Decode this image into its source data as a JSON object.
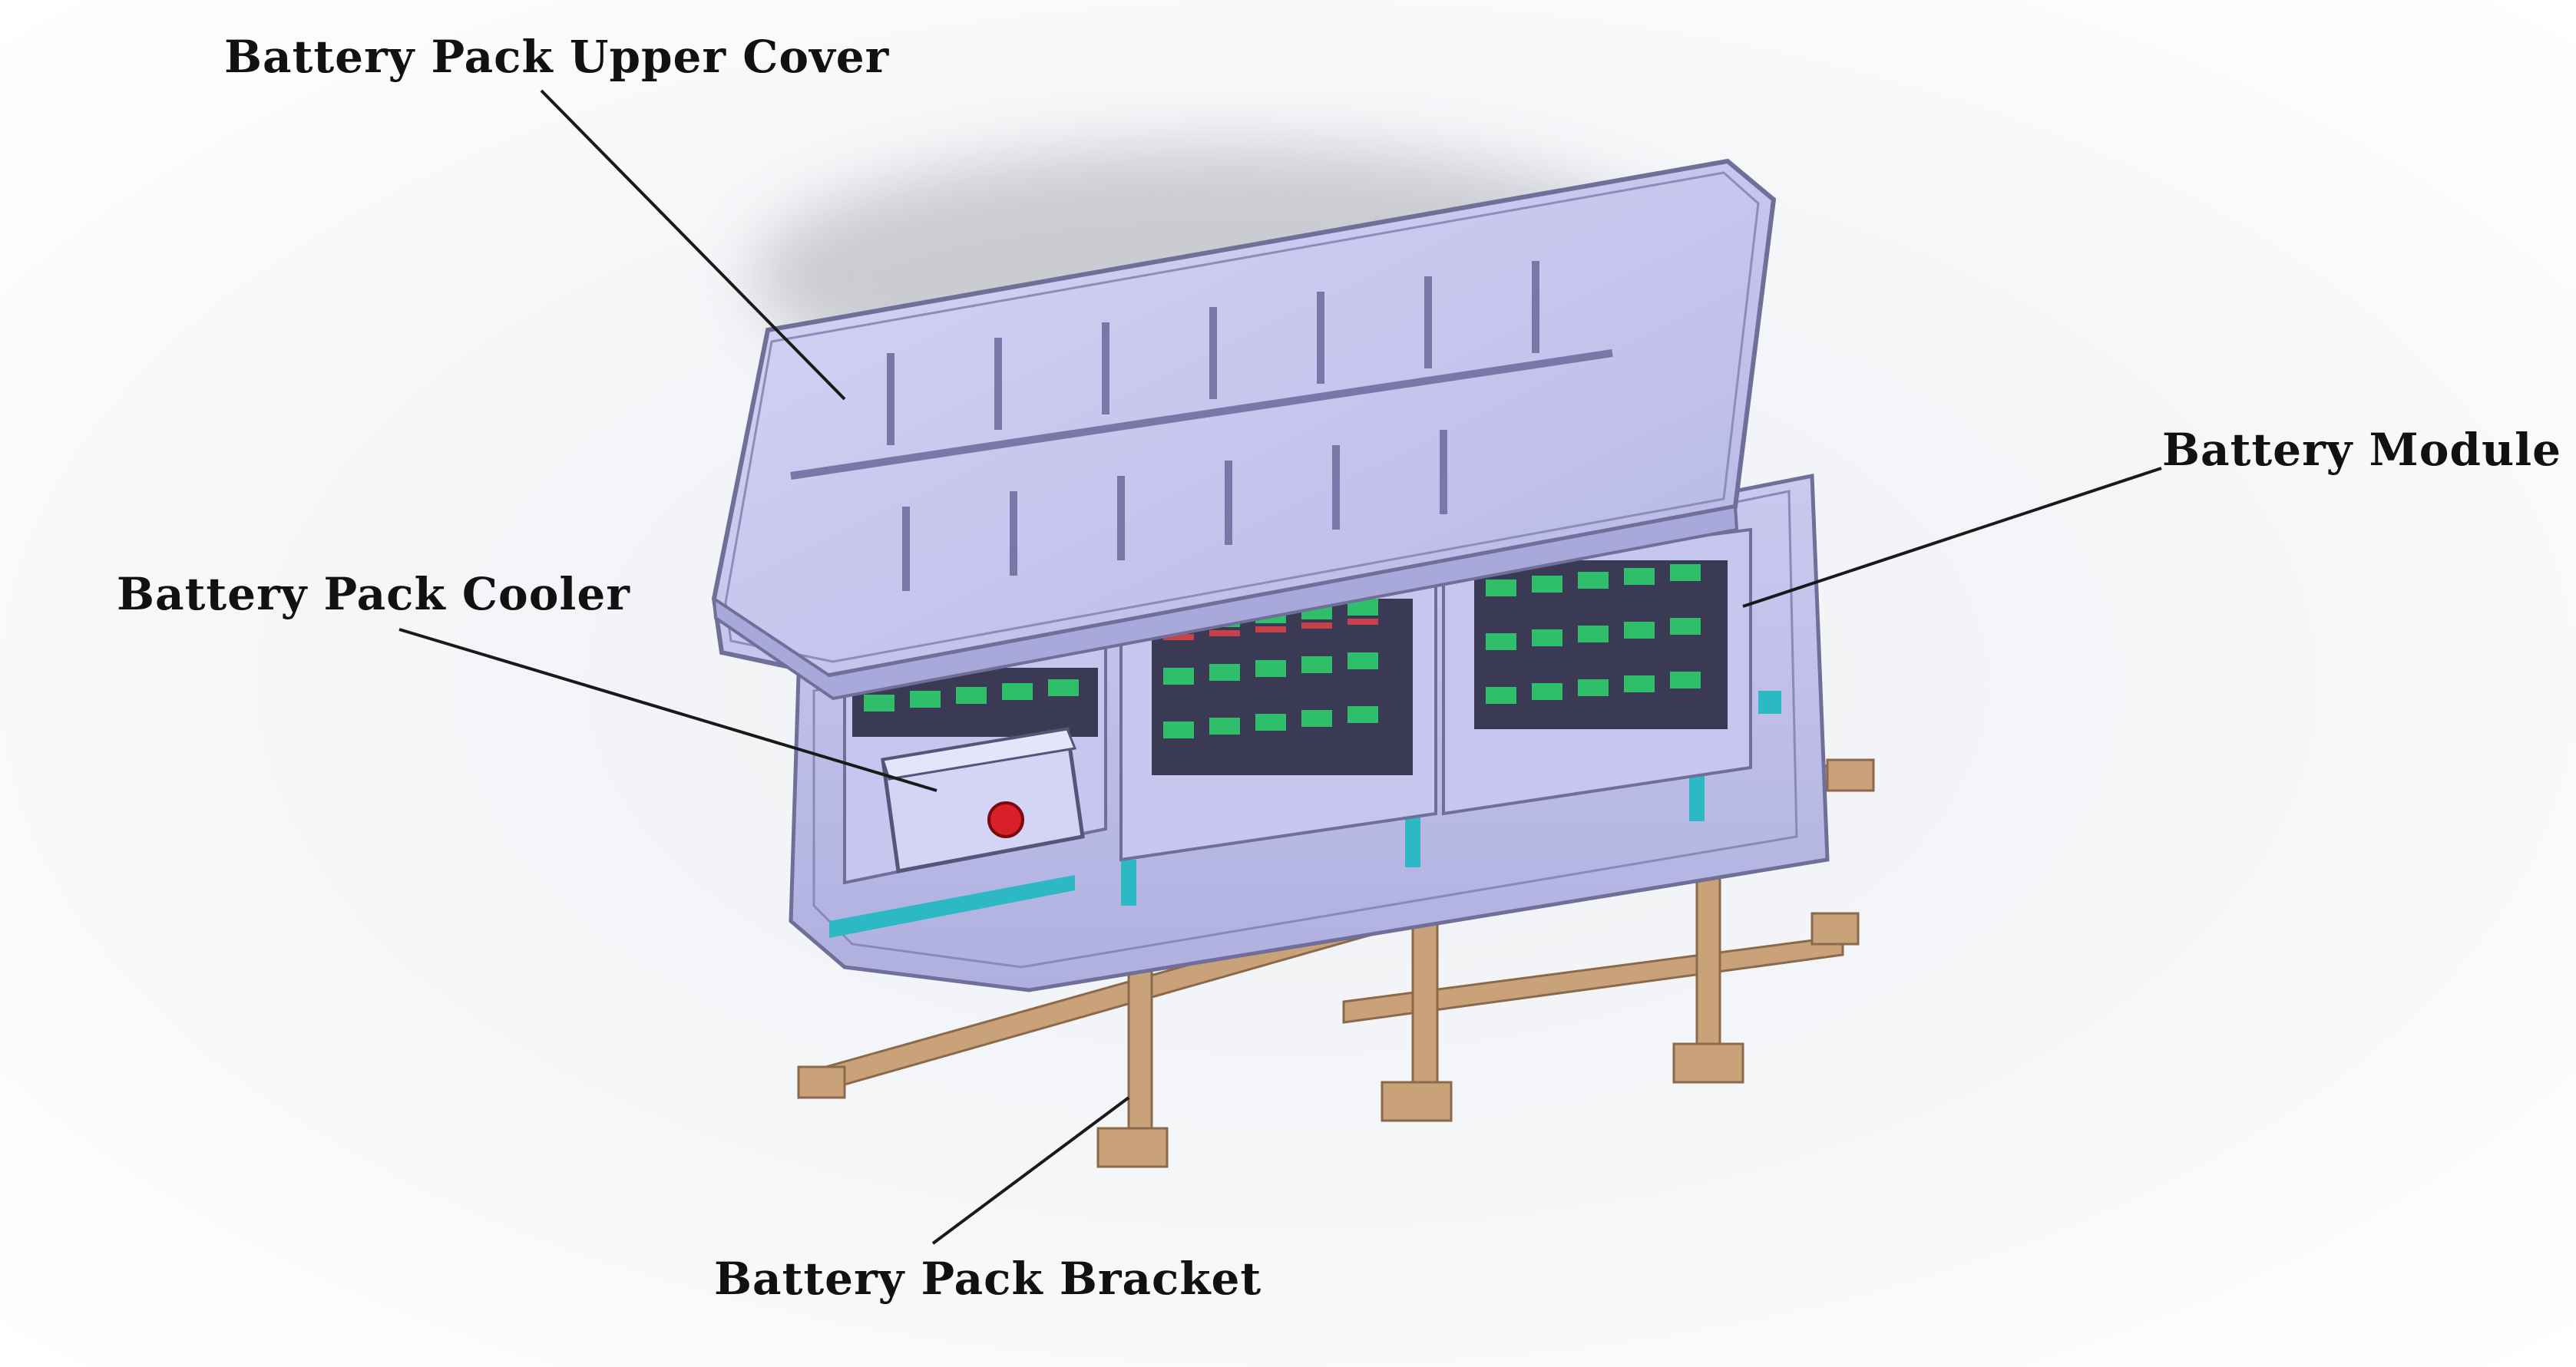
{
  "labels": {
    "upper_cover": "Battery Pack Upper Cover",
    "module": "Battery Module",
    "cooler": "Battery Pack Cooler",
    "bracket": "Battery Pack Bracket"
  },
  "colors": {
    "cover": "#c9c9f0",
    "cover_edge": "#6f6f9a",
    "tray": "#c4c4ec",
    "module_cell": "#3a3a55",
    "cell_green": "#2fbf6a",
    "cell_red": "#c8404a",
    "bracket": "#c9a27a",
    "teal_rail": "#2cb9c3",
    "cooler_knob": "#d8202a",
    "leader_line": "#1a1a1a"
  }
}
